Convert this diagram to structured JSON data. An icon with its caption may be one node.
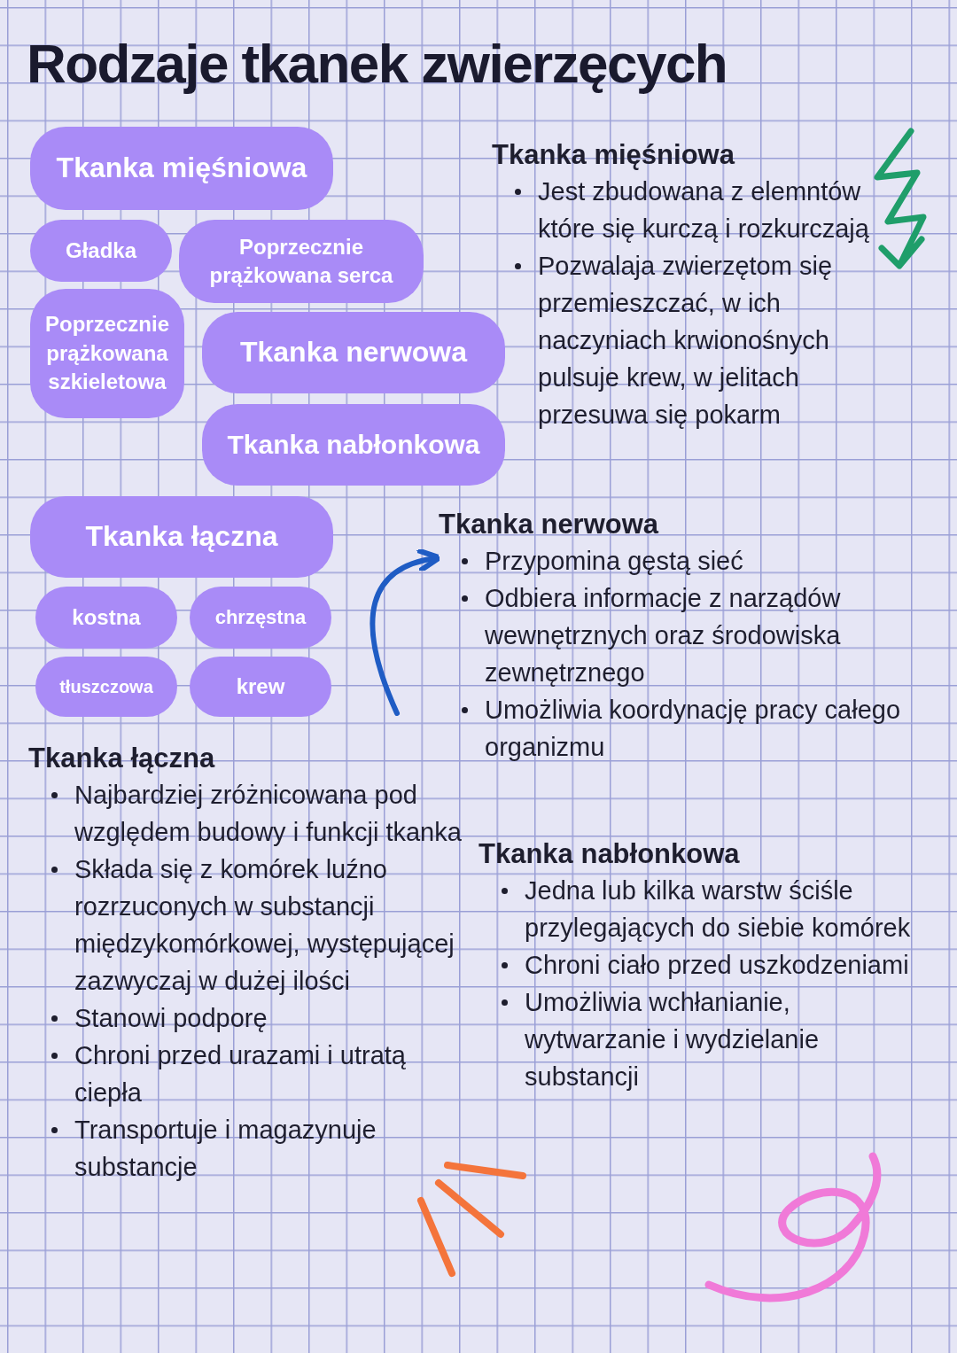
{
  "diagram": {
    "title": "Rodzaje tkanek zwierzęcych",
    "nodes": [
      {
        "text": [
          "Tkanka mięśniowa"
        ]
      },
      {
        "text": [
          "Gładka"
        ]
      },
      {
        "text": [
          "Poprzecznie prążkowana serca"
        ]
      },
      {
        "text": [
          "Poprzecznie prążkowana szkieletowa"
        ]
      },
      {
        "text": [
          "Tkanka nerwowa"
        ]
      },
      {
        "text": [
          "Tkanka nabłonkowa"
        ]
      },
      {
        "text": [
          "Tkanka łączna"
        ]
      },
      {
        "text": [
          "kostna"
        ]
      },
      {
        "text": [
          "chrzęstna"
        ]
      },
      {
        "text": [
          "tłuszczowa"
        ]
      },
      {
        "text": [
          "krew"
        ]
      },
      {
        "text": [
          "Tkanka nerwowa",
          "Przypomina gęstą sieć",
          "Odbiera informacje z narządów wewnętrznych oraz środowiska zewnętrznego",
          "Umożliwia koordynację pracy całego organizmu"
        ]
      }
    ],
    "edges": [
      {
        "from": null,
        "to": 11,
        "arrow": "to"
      }
    ],
    "labels": [
      "Tkanka mięśniowa",
      "Jest zbudowana z elemntów które się kurczą i rozkurczają",
      "Pozwalaja zwierzętom się przemieszczać, w ich naczyniach krwionośnych pulsuje krew, w jelitach przesuwa się pokarm",
      "Tkanka łączna",
      "Najbardziej zróżnicowana pod względem budowy i funkcji tkanka",
      "Składa się z komórek luźno rozrzuconych w substancji międzykomórkowej, występującej zazwyczaj w dużej ilości",
      "Stanowi podporę",
      "Chroni przed urazami i utratą ciepła",
      "Transportuje i magazynuje substancje",
      "Tkanka nabłonkowa",
      "Jedna lub kilka warstw ściśle przylegających do siebie komórek",
      "Chroni ciało przed uszkodzeniami",
      "Umożliwia wchłanianie, wytwarzanie i wydzielanie substancji"
    ]
  }
}
